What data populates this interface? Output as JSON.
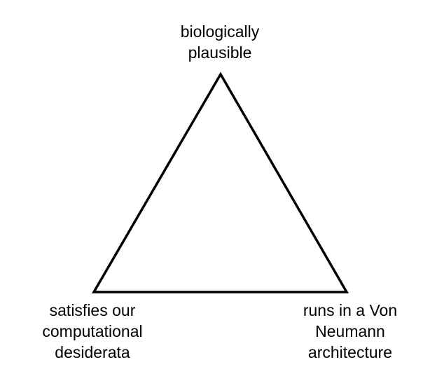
{
  "diagram": {
    "vertices": {
      "top": {
        "lines": [
          "biologically",
          "plausible"
        ]
      },
      "bottom_left": {
        "lines": [
          "satisfies our",
          "computational",
          "desiderata"
        ]
      },
      "bottom_right": {
        "lines": [
          "runs in a Von",
          "Neumann",
          "architecture"
        ]
      }
    },
    "colors": {
      "stroke": "#000000",
      "background": "#ffffff"
    }
  }
}
